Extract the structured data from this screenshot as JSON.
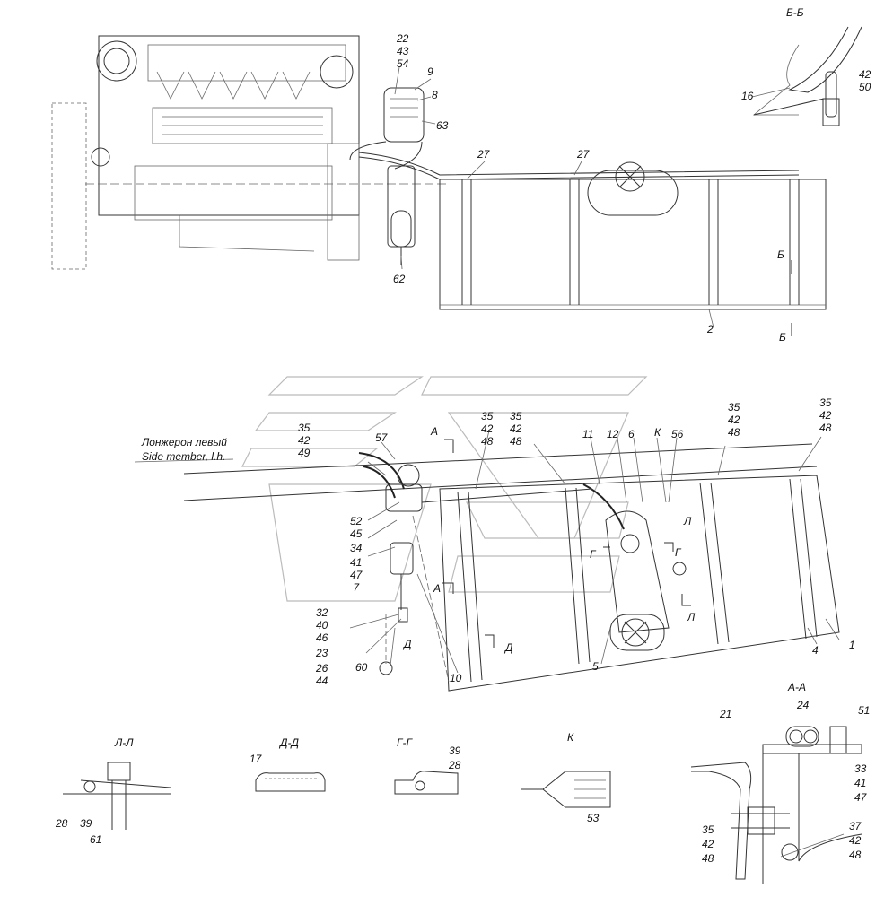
{
  "drawing": {
    "section_bb": "Б-Б",
    "section_aa": "А-А",
    "section_ll": "Л-Л",
    "section_dd": "Д-Д",
    "section_gg": "Г-Г",
    "section_k": "К",
    "side_member_ru": "Лонжерон левый",
    "side_member_en": "Side member, l.h.",
    "marker_a": "А",
    "marker_b": "Б",
    "marker_g": "Г",
    "marker_d": "Д",
    "marker_l": "Л",
    "marker_k": "К"
  },
  "callouts": {
    "top_filter_stack": [
      "22",
      "43",
      "54"
    ],
    "c9": "9",
    "c8": "8",
    "c63": "63",
    "c62": "62",
    "c27a": "27",
    "c27b": "27",
    "c2": "2",
    "bb_16": "16",
    "bb_stack": [
      "42",
      "50"
    ],
    "left_stack": [
      "35",
      "42",
      "49"
    ],
    "c57": "57",
    "mid_stack1": [
      "35",
      "42",
      "48"
    ],
    "mid_stack2": [
      "35",
      "42",
      "48"
    ],
    "right_stack1": [
      "35",
      "42",
      "48"
    ],
    "right_stack2": [
      "35",
      "42",
      "48"
    ],
    "c11": "11",
    "c12": "12",
    "c6": "6",
    "c56": "56",
    "lower_stack": [
      "52",
      "45",
      "34",
      "41",
      "47",
      "7"
    ],
    "pump_stack": [
      "32",
      "40",
      "46",
      "23",
      "26",
      "44"
    ],
    "c60": "60",
    "c10": "10",
    "c5": "5",
    "c4": "4",
    "c1": "1",
    "ll_28": "28",
    "ll_39": "39",
    "ll_61": "61",
    "dd_17": "17",
    "gg_stack": [
      "39",
      "28"
    ],
    "k_53": "53",
    "aa_21": "21",
    "aa_24": "24",
    "aa_51": "51",
    "aa_stack1": [
      "33",
      "41",
      "47"
    ],
    "aa_stack2": [
      "35",
      "42",
      "48"
    ],
    "aa_stack3": [
      "37",
      "42",
      "48"
    ]
  }
}
